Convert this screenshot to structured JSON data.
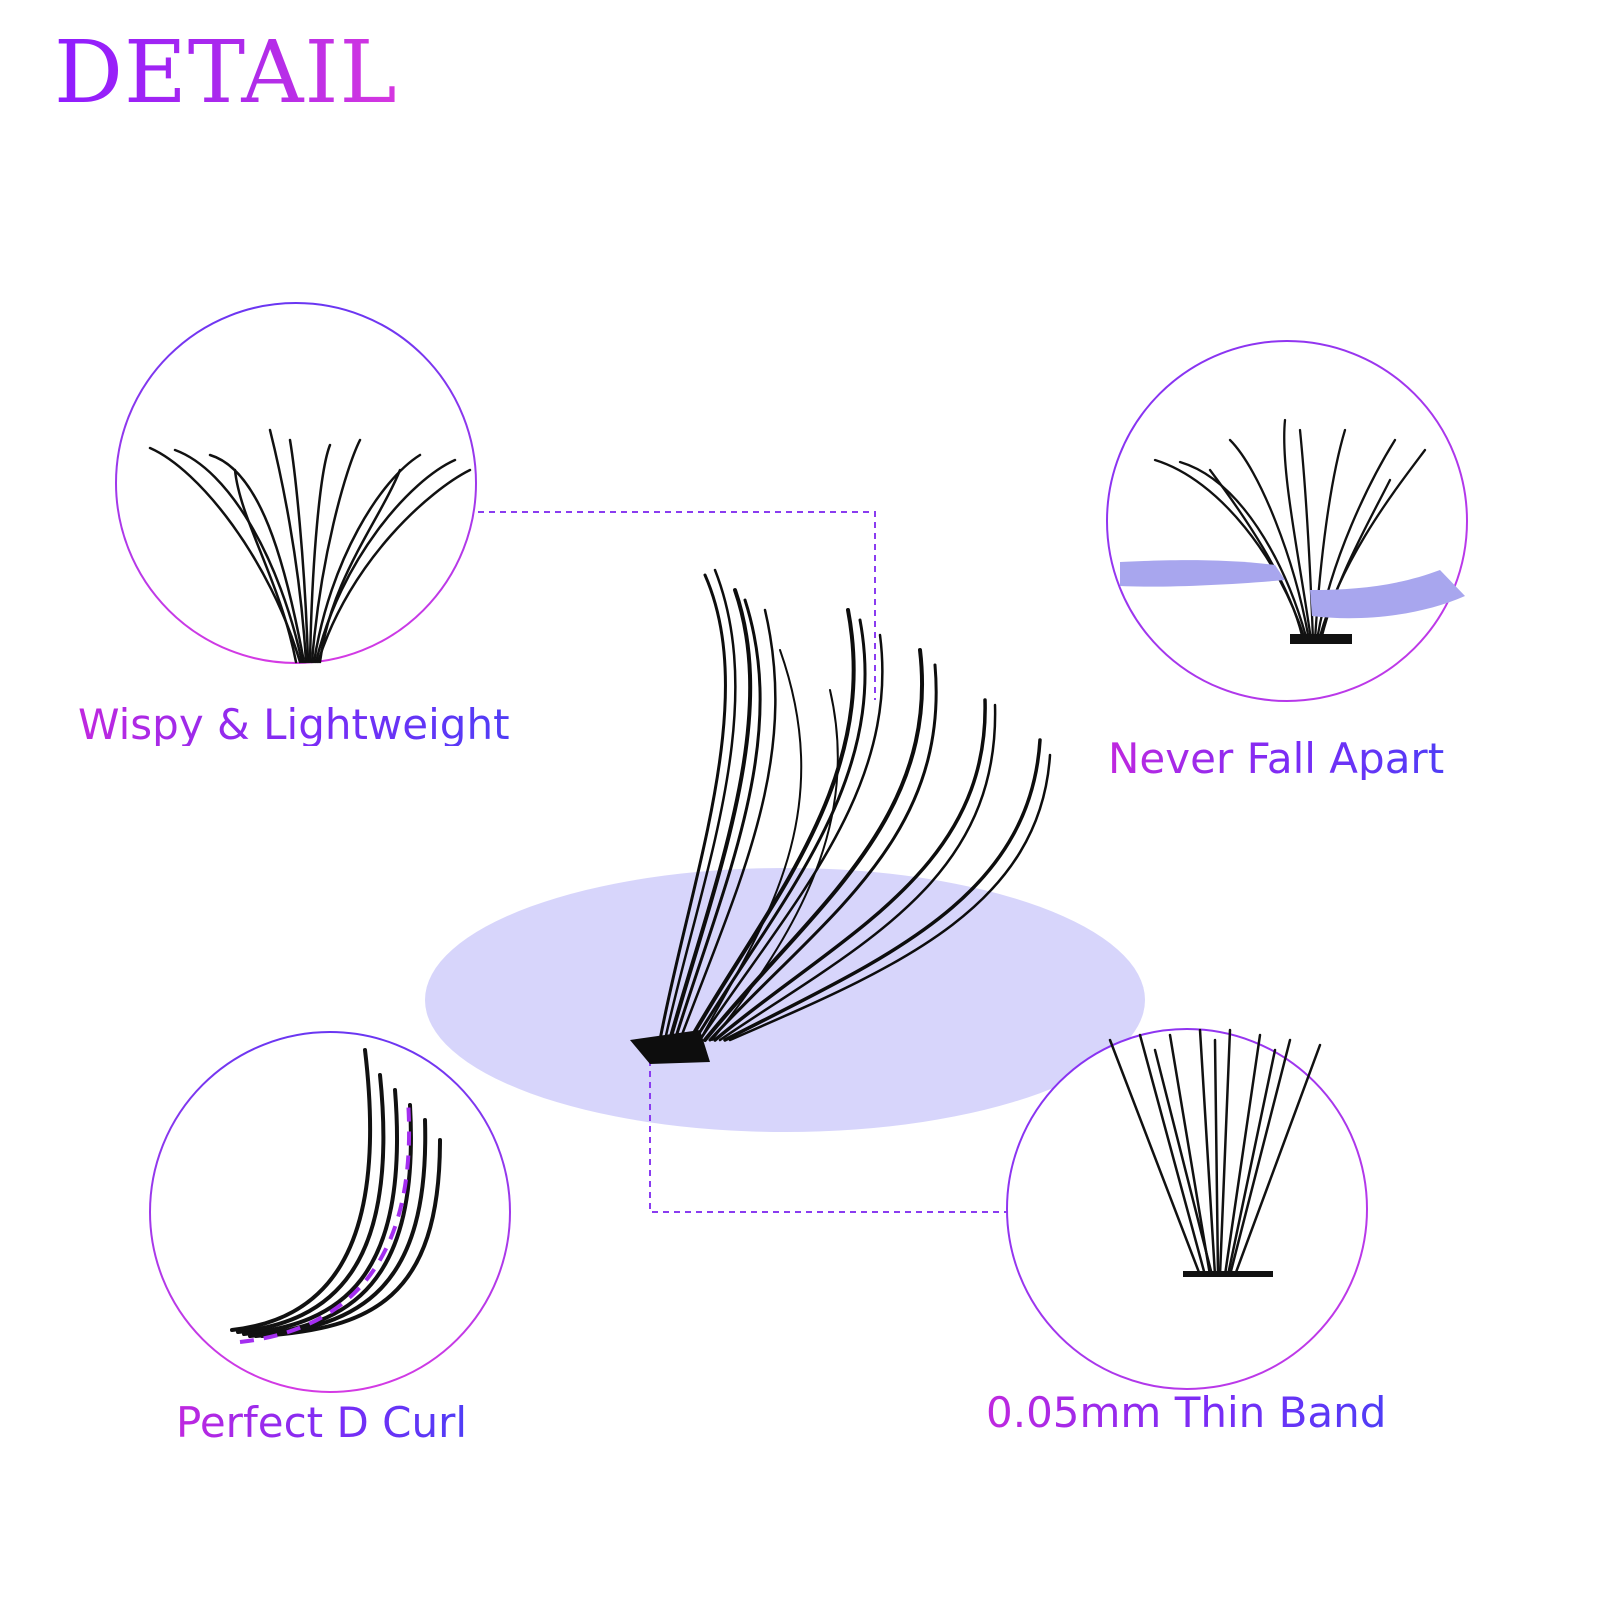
{
  "title": "DETAIL",
  "features": [
    {
      "label": "Wispy & Lightweight"
    },
    {
      "label": "Never Fall Apart"
    },
    {
      "label": "Perfect D Curl"
    },
    {
      "label": "0.05mm Thin Band"
    }
  ],
  "colors": {
    "accent_purple": "#8f1cff",
    "accent_magenta": "#d637e0",
    "accent_blue": "#4f3df6",
    "platform_lavender": "#d7d5fb",
    "tweezer_lavender": "#a8a6ee",
    "lash_black": "#0d0d0d"
  },
  "icons": [
    "lash-cluster",
    "tweezers",
    "d-curl-guide",
    "thin-band"
  ]
}
